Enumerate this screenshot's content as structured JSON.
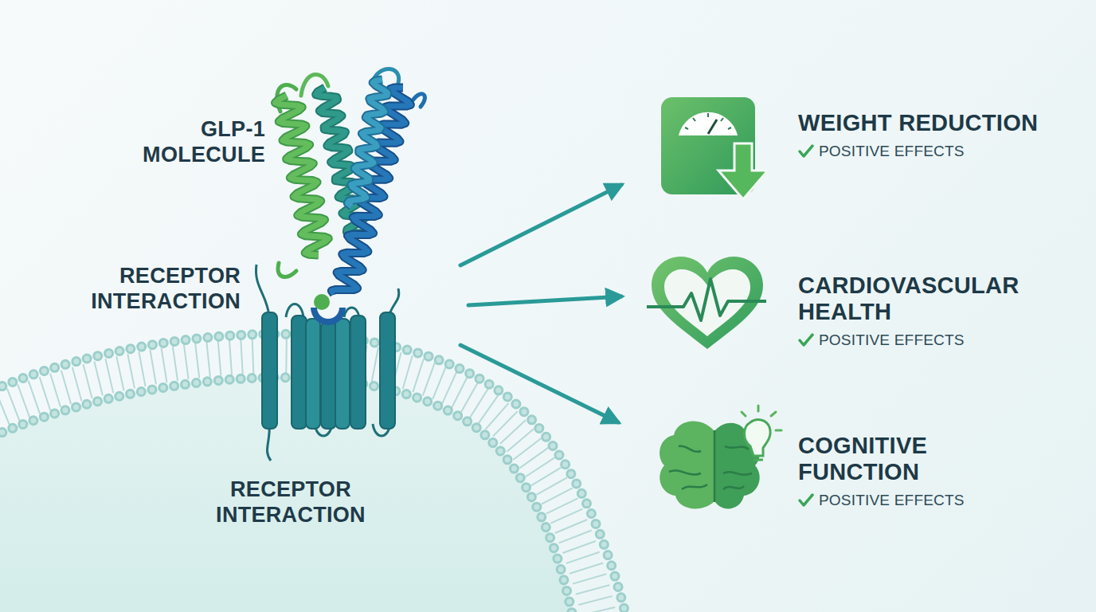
{
  "diagram": {
    "nodes": [
      {
        "text": [
          "WEIGHT REDUCTION",
          "POSITIVE EFFECTS"
        ]
      },
      {
        "text": [
          "CARDIOVASCULAR HEALTH",
          "POSITIVE EFFECTS"
        ]
      },
      {
        "text": [
          "COGNITIVE FUNCTION",
          "POSITIVE EFFECTS"
        ]
      }
    ],
    "labels": [
      "GLP-1 MOLECULE",
      "RECEPTOR INTERACTION",
      "RECEPTOR INTERACTION"
    ]
  }
}
